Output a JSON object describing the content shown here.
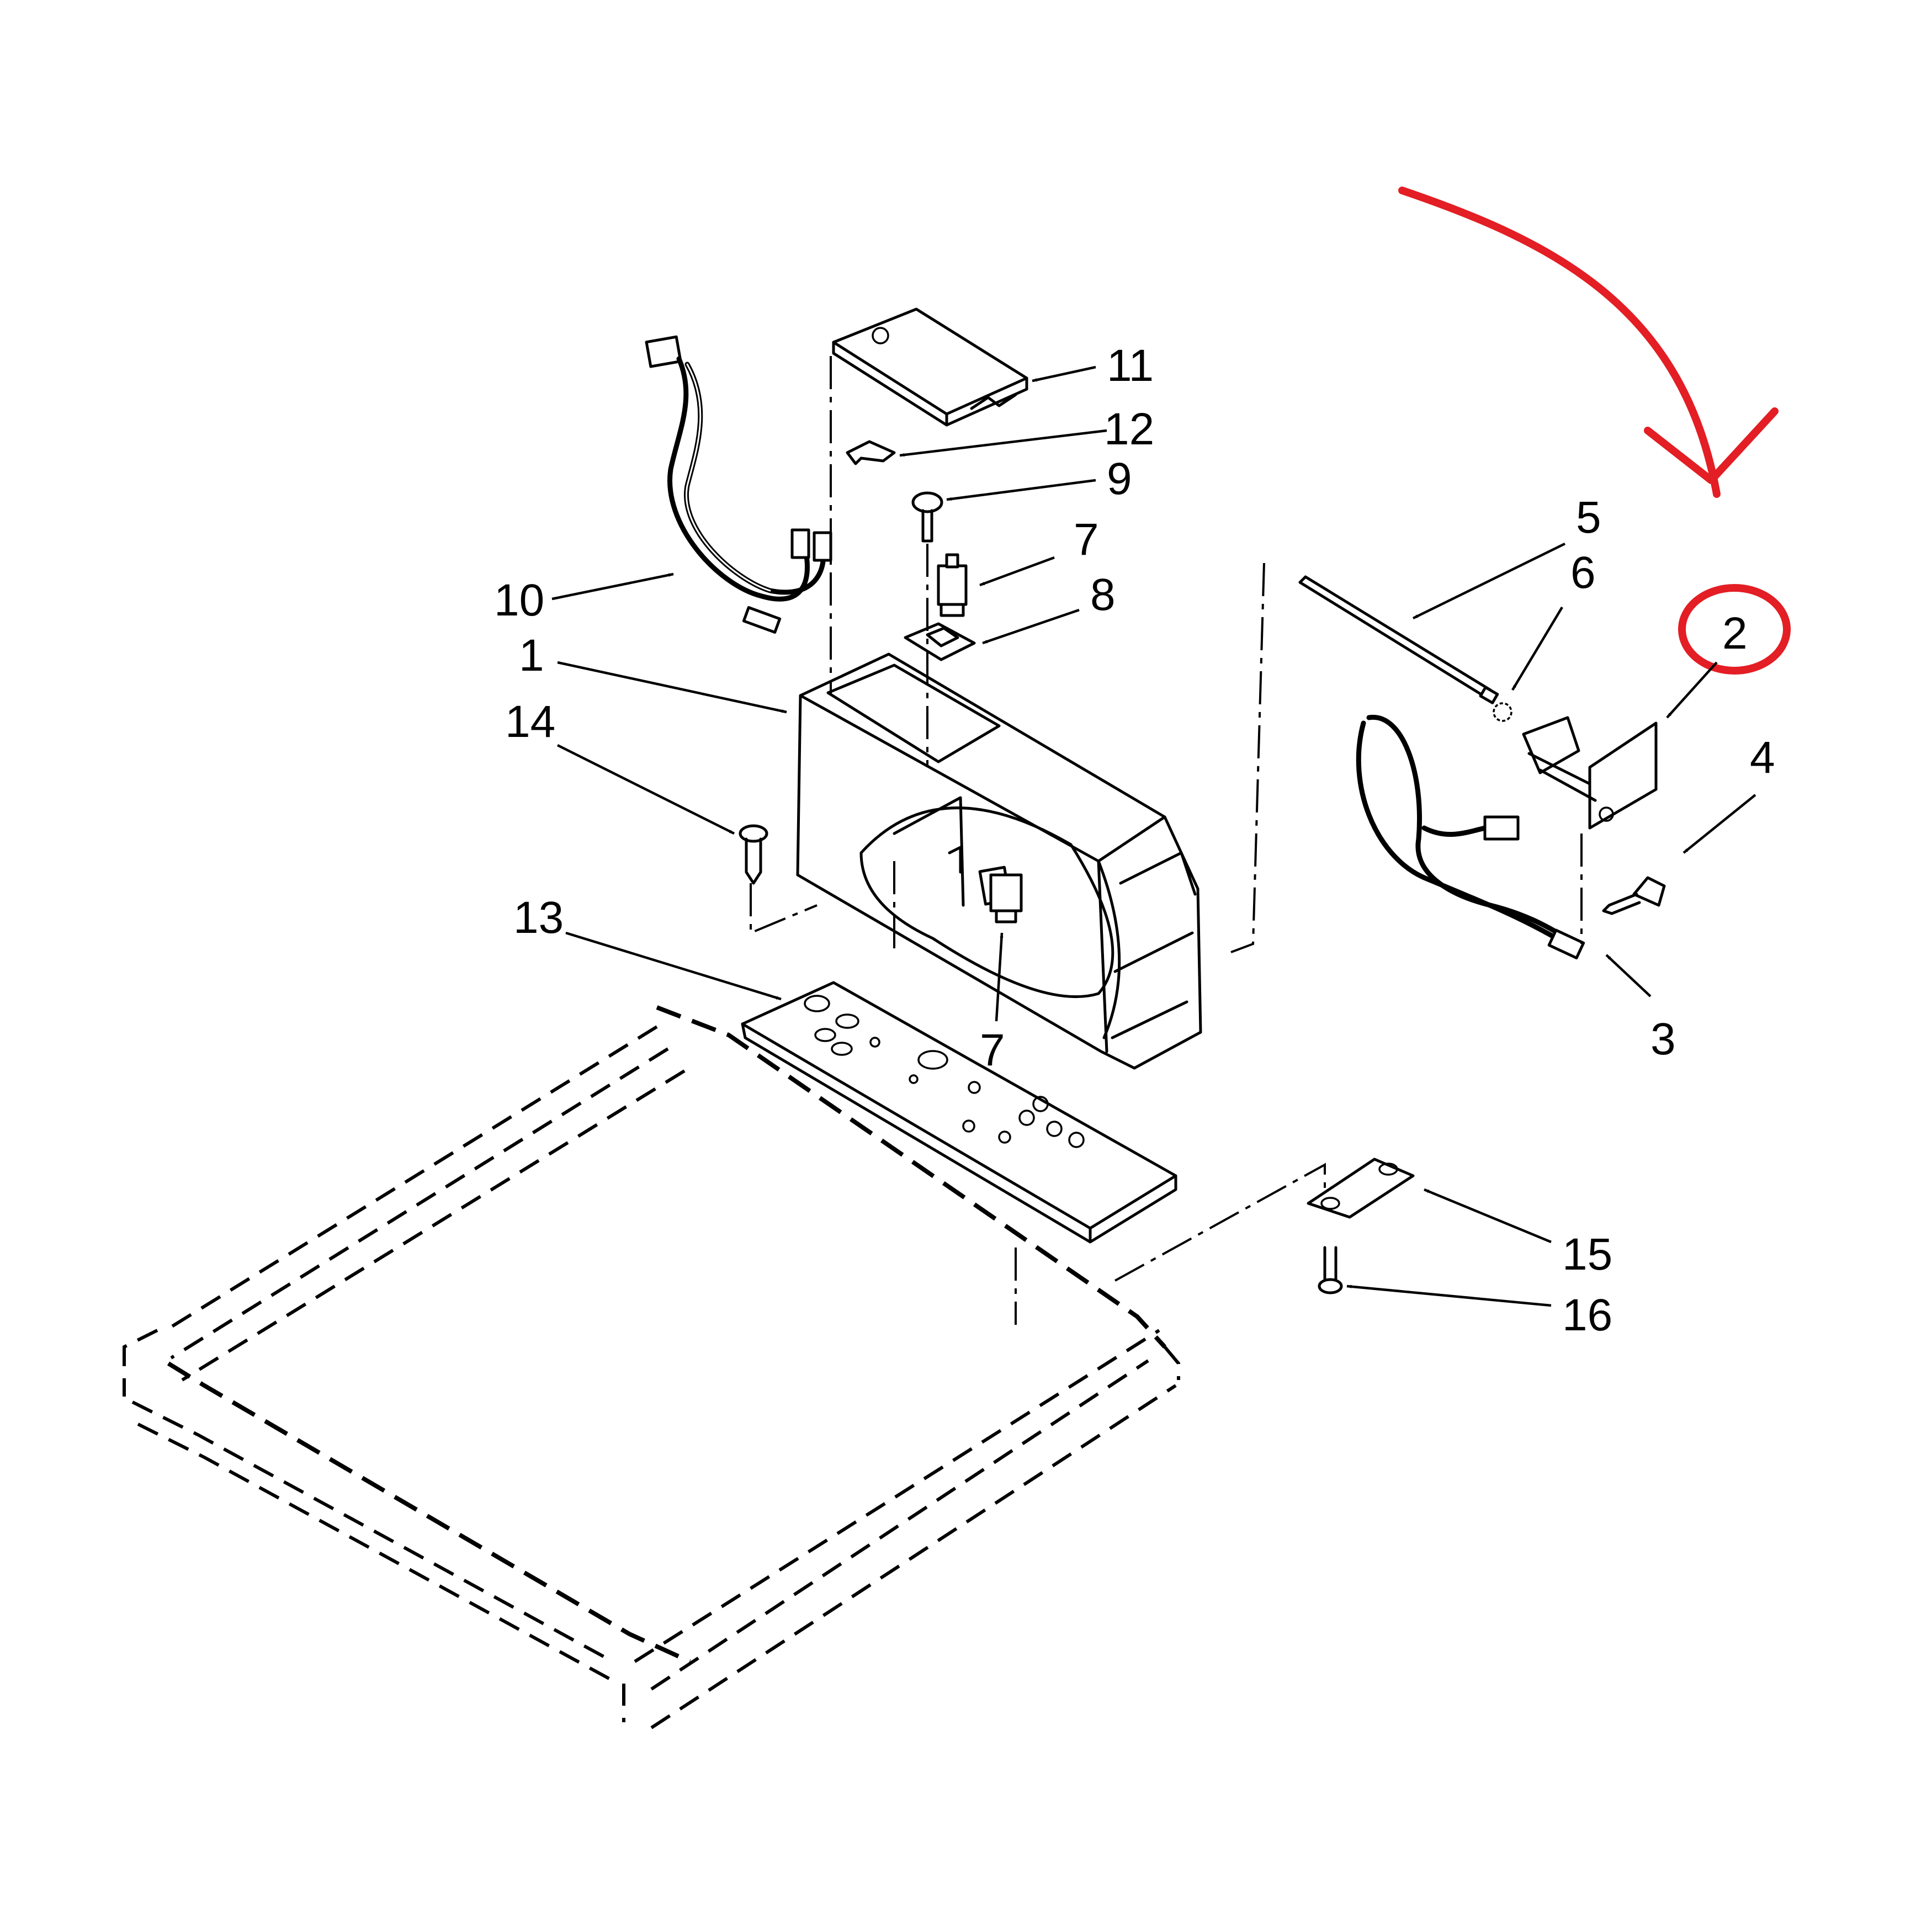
{
  "diagram": {
    "callouts": [
      {
        "id": "c1",
        "text": "1"
      },
      {
        "id": "c2",
        "text": "2"
      },
      {
        "id": "c3",
        "text": "3"
      },
      {
        "id": "c4",
        "text": "4"
      },
      {
        "id": "c5",
        "text": "5"
      },
      {
        "id": "c6",
        "text": "6"
      },
      {
        "id": "c7a",
        "text": "7"
      },
      {
        "id": "c7b",
        "text": "7"
      },
      {
        "id": "c8",
        "text": "8"
      },
      {
        "id": "c9",
        "text": "9"
      },
      {
        "id": "c10",
        "text": "10"
      },
      {
        "id": "c11",
        "text": "11"
      },
      {
        "id": "c12",
        "text": "12"
      },
      {
        "id": "c13",
        "text": "13"
      },
      {
        "id": "c14",
        "text": "14"
      },
      {
        "id": "c15",
        "text": "15"
      },
      {
        "id": "c16",
        "text": "16"
      }
    ],
    "highlight": {
      "color": "#e31e24",
      "target": "2"
    }
  }
}
